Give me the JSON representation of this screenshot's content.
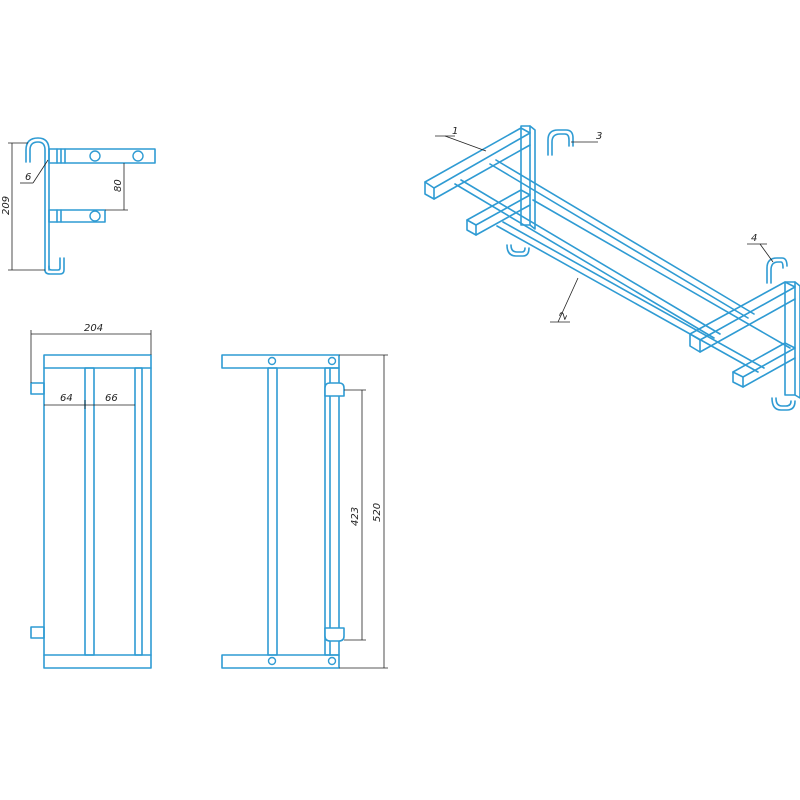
{
  "colors": {
    "part_outline": "#2f9bd3",
    "dimension_line": "#222222",
    "background": "#ffffff"
  },
  "dimensions": {
    "side_height": "209",
    "hook_gap": "80",
    "overall_width": "204",
    "rail_spacing_left": "64",
    "rail_spacing_right": "66",
    "hook_spacing": "423",
    "overall_length": "520"
  },
  "callouts": {
    "shelf_frame": "1",
    "bar": "2",
    "hook_top": "3",
    "hook_side": "4",
    "bracket": "6"
  }
}
